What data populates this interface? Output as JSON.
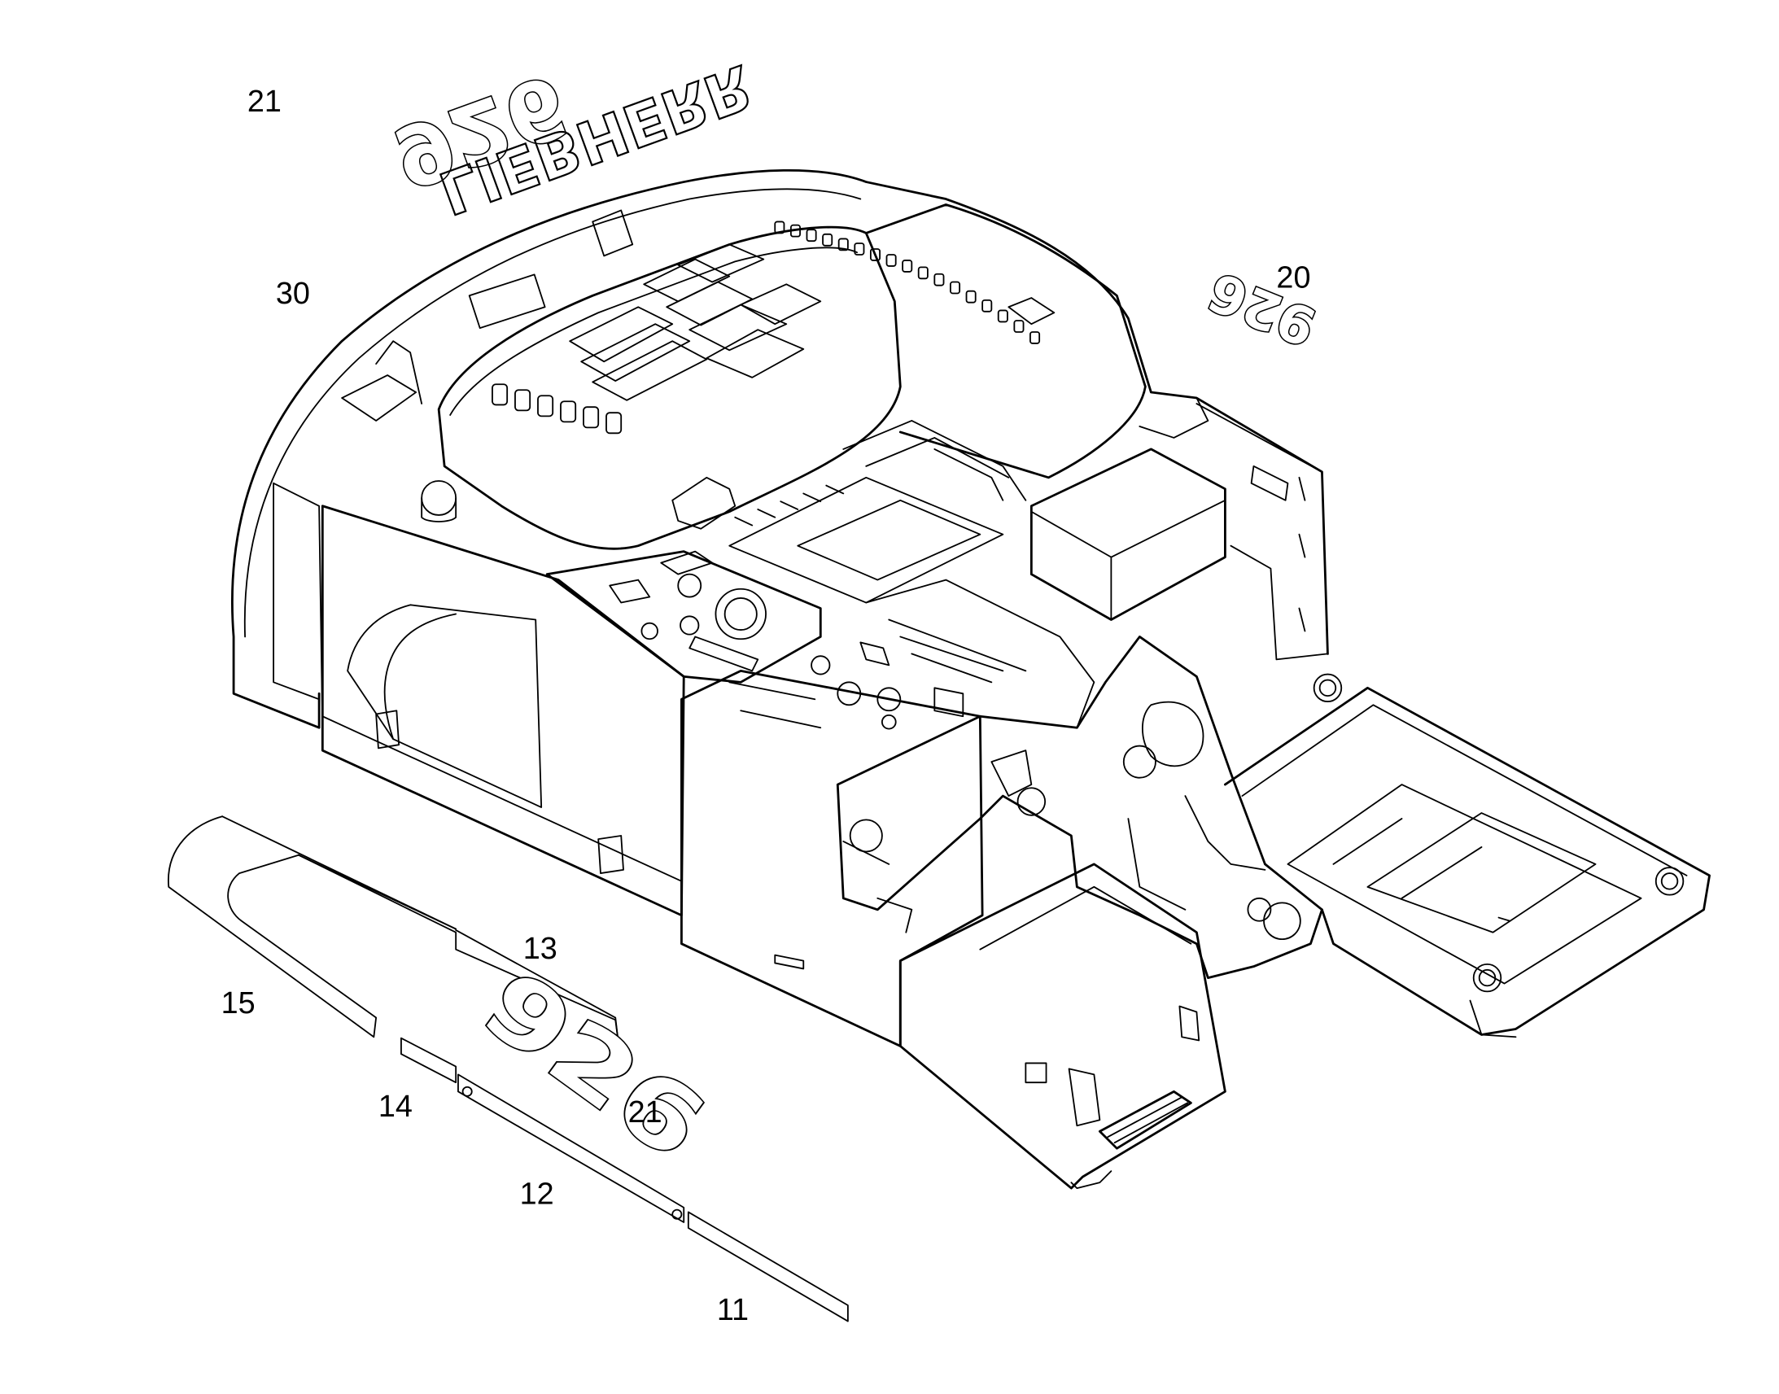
{
  "callouts": {
    "c21_top": "21",
    "c30": "30",
    "c20": "20",
    "c13": "13",
    "c15": "15",
    "c14": "14",
    "c21_bottom": "21",
    "c12": "12",
    "c11": "11"
  },
  "decals": {
    "model_top": "926",
    "brand": "LIEBHERR",
    "model_right": "926",
    "model_side": "926"
  }
}
